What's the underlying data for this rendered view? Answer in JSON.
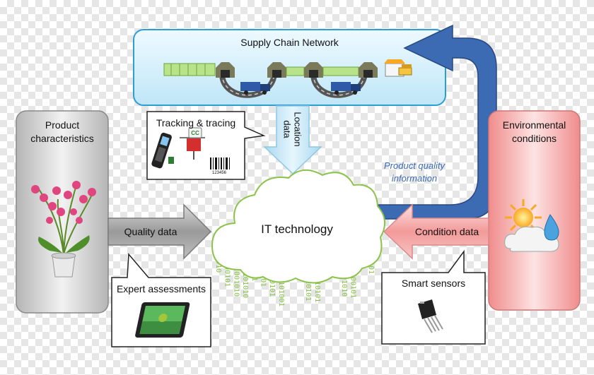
{
  "supply_chain": {
    "title": "Supply Chain Network"
  },
  "tracking": {
    "title": "Tracking & tracing",
    "badge": "CC",
    "barcode_number": "123456"
  },
  "location_data": {
    "line1": "Location",
    "line2": "data"
  },
  "product_quality": {
    "line1": "Product quality",
    "line2": "information"
  },
  "product": {
    "line1": "Product",
    "line2": "characteristics"
  },
  "environment": {
    "line1": "Environmental",
    "line2": "conditions"
  },
  "quality_data": "Quality data",
  "condition_data": "Condition data",
  "cloud_label": "IT technology",
  "expert": {
    "title": "Expert assessments"
  },
  "smart_sensors": {
    "title": "Smart sensors"
  },
  "binary_columns": [
    "010101010",
    "1010100101",
    "0101001010",
    "10101010",
    "01001010101",
    "1010100101",
    "0101010101",
    "1010101001",
    "010101010",
    "1010101",
    "01001010101",
    "101010101",
    "0101010",
    "10101010",
    "0101001010",
    "10100101",
    "01010101",
    "1010101"
  ],
  "colors": {
    "supply_fill": "#d9f1fb",
    "supply_border": "#2b9fd2",
    "product_fill": "#d4d4d4",
    "env_fill": "#f6a8a8",
    "quality_arrow": "#a6a6a6",
    "condition_arrow": "#f4a3a3",
    "location_arrow": "#bfe3f5",
    "quality_info_arrow": "#3d6bb3",
    "binary": "#8bc34a"
  }
}
